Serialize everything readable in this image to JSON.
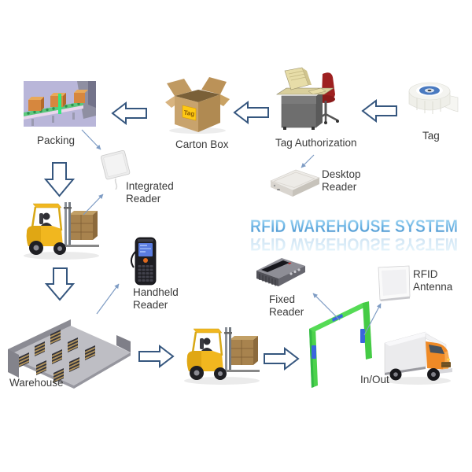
{
  "title": "RFID WAREHOUSE SYSTEM",
  "nodes": {
    "packing": {
      "label": "Packing"
    },
    "carton_box": {
      "label": "Carton Box",
      "tag_label": "Tag"
    },
    "tag_authorization": {
      "label": "Tag Authorization"
    },
    "tag": {
      "label": "Tag"
    },
    "desktop_reader": {
      "label": "Desktop Reader"
    },
    "integrated_reader": {
      "label": "Integrated Reader"
    },
    "handheld_reader": {
      "label": "Handheld Reader"
    },
    "warehouse": {
      "label": "Warehouse"
    },
    "fixed_reader": {
      "label": "Fixed Reader"
    },
    "rfid_antenna": {
      "label": "RFID Antenna"
    },
    "in_out": {
      "label": "In/Out"
    }
  },
  "connections": {
    "main_flow": [
      {
        "from": "Tag",
        "to": "Tag Authorization"
      },
      {
        "from": "Tag Authorization",
        "to": "Carton Box"
      },
      {
        "from": "Carton Box",
        "to": "Packing"
      },
      {
        "from": "Packing",
        "to": "Forklift"
      },
      {
        "from": "Forklift",
        "to": "Warehouse"
      },
      {
        "from": "Warehouse",
        "to": "Forklift"
      },
      {
        "from": "Forklift",
        "to": "In/Out Gate"
      }
    ],
    "callouts": [
      {
        "from": "Packing",
        "to": "Integrated Reader"
      },
      {
        "from": "Forklift",
        "to": "Integrated Reader"
      },
      {
        "from": "Tag Authorization",
        "to": "Desktop Reader"
      },
      {
        "from": "Warehouse",
        "to": "Handheld Reader"
      },
      {
        "from": "In/Out Gate",
        "to": "Fixed Reader"
      },
      {
        "from": "In/Out Gate",
        "to": "RFID Antenna"
      }
    ]
  },
  "colors": {
    "background": "#ffffff",
    "title_gradient_top": "#b8e4f8",
    "title_gradient_bottom": "#3d86c4",
    "block_arrow_outline": "#35567e",
    "thin_arrow": "#7e9cc4",
    "gate_green": "#4ed24e",
    "antenna_patch_blue": "#3a66dd",
    "forklift_yellow": "#f1b71f",
    "carton_tan": "#c8a36d",
    "tag_label_yellow": "#ffc913"
  }
}
